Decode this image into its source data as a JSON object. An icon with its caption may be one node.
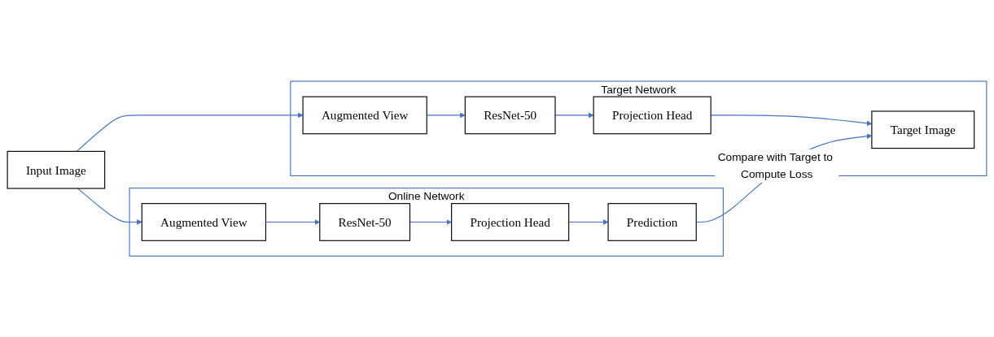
{
  "diagram": {
    "nodes": [
      {
        "text": [
          "Online Network"
        ]
      },
      {
        "text": [
          "Augmented View"
        ],
        "in": 0
      },
      {
        "text": [
          "ResNet-50"
        ],
        "in": 0
      },
      {
        "text": [
          "Projection Head"
        ],
        "in": 0
      },
      {
        "text": [
          "Prediction"
        ],
        "in": 0
      },
      {
        "text": [
          "Input Image"
        ]
      },
      {
        "text": [
          "Target Network"
        ]
      },
      {
        "text": [
          "Augmented View"
        ],
        "in": 6
      },
      {
        "text": [
          "ResNet-50"
        ],
        "in": 6
      },
      {
        "text": [
          "Projection Head"
        ],
        "in": 6
      },
      {
        "text": [
          "Target Image"
        ],
        "in": 6
      }
    ],
    "edges": [
      {
        "from": 5,
        "to": 1,
        "arrow": "to",
        "color": "#4472c4"
      },
      {
        "from": 5,
        "to": 7,
        "arrow": "to",
        "color": "#4472c4"
      },
      {
        "from": 1,
        "to": 2,
        "arrow": "to",
        "color": "#4472c4"
      },
      {
        "from": 2,
        "to": 3,
        "arrow": "to",
        "color": "#4472c4"
      },
      {
        "from": 3,
        "to": 4,
        "arrow": "to",
        "color": "#4472c4"
      },
      {
        "from": 7,
        "to": 8,
        "arrow": "to",
        "color": "#4472c4"
      },
      {
        "from": 8,
        "to": 9,
        "arrow": "to",
        "color": "#4472c4"
      },
      {
        "from": 9,
        "to": 10,
        "arrow": "to",
        "color": "#4472c4"
      },
      {
        "from": 4,
        "to": 10,
        "arrow": "to",
        "label": "Compare with Target to Compute Loss",
        "color": "#4472c4"
      }
    ]
  }
}
